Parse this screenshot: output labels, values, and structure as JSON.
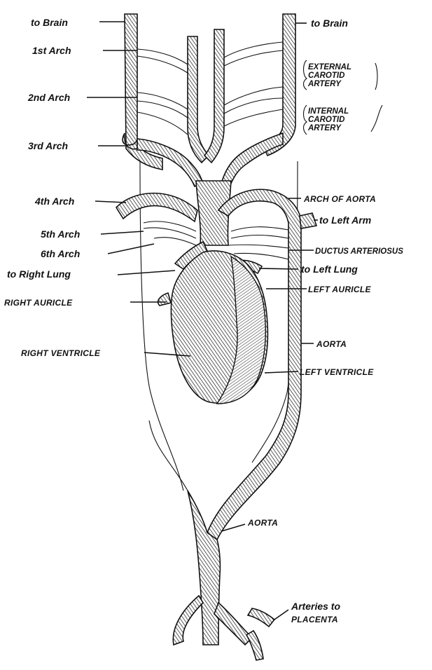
{
  "labels": {
    "to_brain_left": "to Brain",
    "to_brain_right": "to Brain",
    "arch_1": "1st Arch",
    "arch_2": "2nd Arch",
    "arch_3": "3rd Arch",
    "arch_4": "4th Arch",
    "arch_5": "5th Arch",
    "arch_6": "6th Arch",
    "external_carotid_line1": "EXTERNAL",
    "external_carotid_line2": "CAROTID",
    "external_carotid_line3": "ARTERY",
    "internal_carotid_line1": "INTERNAL",
    "internal_carotid_line2": "CAROTID",
    "internal_carotid_line3": "ARTERY",
    "arch_of_aorta": "ARCH OF AORTA",
    "to_left_arm": "to Left Arm",
    "ductus_arteriosus": "DUCTUS ARTERIOSUS",
    "to_right_lung": "to Right Lung",
    "to_left_lung": "to Left Lung",
    "right_auricle": "RIGHT AURICLE",
    "left_auricle": "LEFT AURICLE",
    "right_ventricle": "RIGHT VENTRICLE",
    "aorta_side": "AORTA",
    "left_ventricle": "LEFT VENTRICLE",
    "aorta_trunk": "AORTA",
    "arteries_line1": "Arteries to",
    "arteries_line2": "PLACENTA"
  }
}
